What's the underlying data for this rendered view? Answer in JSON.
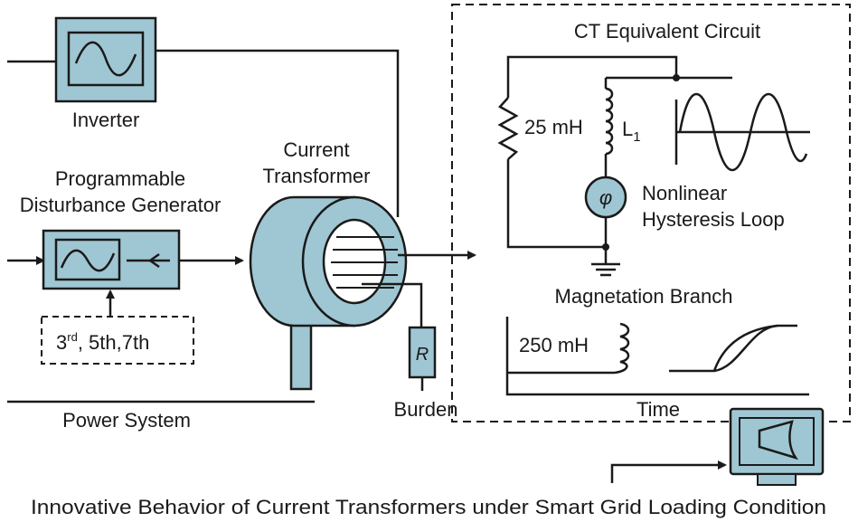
{
  "diagram": {
    "caption": "Innovative Behavior of Current Transformers under Smart Grid Loading Condition",
    "inverter": {
      "label": "Inverter"
    },
    "disturbance_generator": {
      "label_line1": "Programmable",
      "label_line2": "Disturbance Generator",
      "harmonics_prefix": "3",
      "harmonics_sup": "rd",
      "harmonics_rest": ", 5th,7th"
    },
    "current_transformer": {
      "label_line1": "Current",
      "label_line2": "Transformer"
    },
    "burden": {
      "label": "Burden",
      "resistor_symbol": "R"
    },
    "power_system": {
      "label": "Power System"
    },
    "equivalent_circuit": {
      "title": "CT Equivalent Circuit",
      "inductance_value": "25 mH",
      "inductor_name": "L",
      "inductor_subscript": "1",
      "flux_symbol": "φ",
      "hysteresis_line1": "Nonlinear",
      "hysteresis_line2": "Hysteresis Loop",
      "magnetization_title": "Magnetation Branch",
      "magnetization_inductance": "250 mH",
      "time_axis_label": "Time"
    },
    "monitor": {
      "icon": "monitor-icon"
    },
    "colors": {
      "component_fill": "#9fc6d3",
      "stroke": "#1a1a1a"
    }
  }
}
